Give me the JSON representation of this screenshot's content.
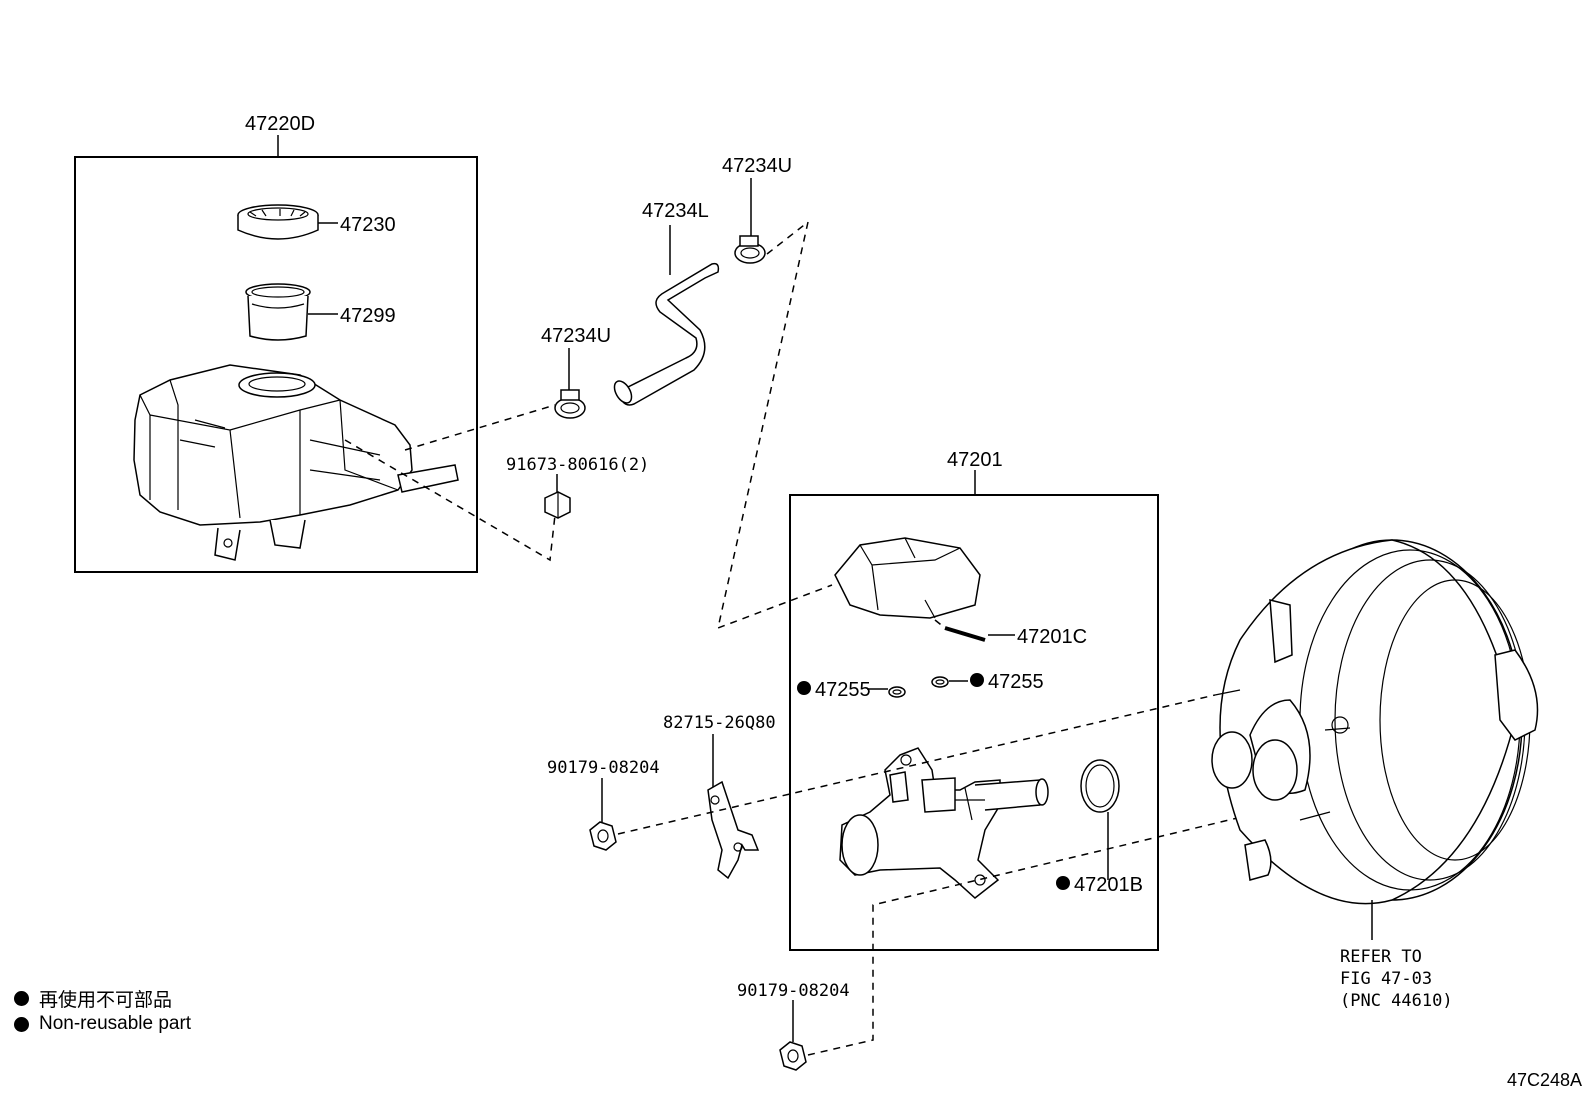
{
  "parts": {
    "reservoir_assy": "47220D",
    "cap": "47230",
    "strainer": "47299",
    "hose": "47234L",
    "clamp_upper": "47234U",
    "clamp_lower": "47234U",
    "nut": "91673-80616(2)",
    "master_cylinder_assy": "47201",
    "pin": "47201C",
    "grommet_left": "47255",
    "grommet_right": "47255",
    "bracket": "82715-26Q80",
    "nut_upper": "90179-08204",
    "nut_lower": "90179-08204",
    "o_ring": "47201B"
  },
  "refer": {
    "line1": "REFER TO",
    "line2": "FIG 47-03",
    "line3": "(PNC 44610)"
  },
  "legend": {
    "jp": "再使用不可部品",
    "en": "Non-reusable part"
  },
  "figure_code": "47C248A"
}
